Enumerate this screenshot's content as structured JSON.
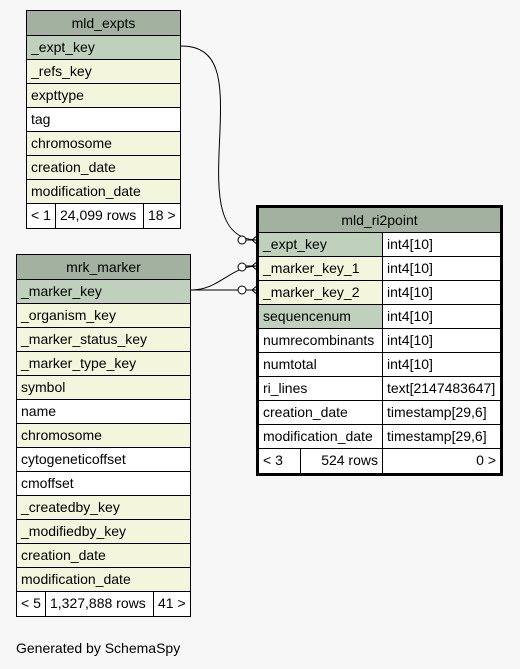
{
  "tables": {
    "mld_expts": {
      "title": "mld_expts",
      "columns": [
        "_expt_key",
        "_refs_key",
        "expttype",
        "tag",
        "chromosome",
        "creation_date",
        "modification_date"
      ],
      "footer": {
        "prev": "< 1",
        "rows": "24,099 rows",
        "next": "18 >"
      }
    },
    "mrk_marker": {
      "title": "mrk_marker",
      "columns": [
        "_marker_key",
        "_organism_key",
        "_marker_status_key",
        "_marker_type_key",
        "symbol",
        "name",
        "chromosome",
        "cytogeneticoffset",
        "cmoffset",
        "_createdby_key",
        "_modifiedby_key",
        "creation_date",
        "modification_date"
      ],
      "footer": {
        "prev": "< 5",
        "rows": "1,327,888 rows",
        "next": "41 >"
      }
    },
    "mld_ri2point": {
      "title": "mld_ri2point",
      "columns": [
        {
          "name": "_expt_key",
          "type": "int4[10]"
        },
        {
          "name": "_marker_key_1",
          "type": "int4[10]"
        },
        {
          "name": "_marker_key_2",
          "type": "int4[10]"
        },
        {
          "name": "sequencenum",
          "type": "int4[10]"
        },
        {
          "name": "numrecombinants",
          "type": "int4[10]"
        },
        {
          "name": "numtotal",
          "type": "int4[10]"
        },
        {
          "name": "ri_lines",
          "type": "text[2147483647]"
        },
        {
          "name": "creation_date",
          "type": "timestamp[29,6]"
        },
        {
          "name": "modification_date",
          "type": "timestamp[29,6]"
        }
      ],
      "footer": {
        "prev": "< 3",
        "rows": "524 rows",
        "next": "0 >"
      }
    }
  },
  "generated_by": "Generated by SchemaSpy",
  "colors": {
    "header": "#a3b2a0",
    "primary_key": "#bfd0bd",
    "foreign_key": "#f3f6dd",
    "plain": "#ffffff"
  }
}
